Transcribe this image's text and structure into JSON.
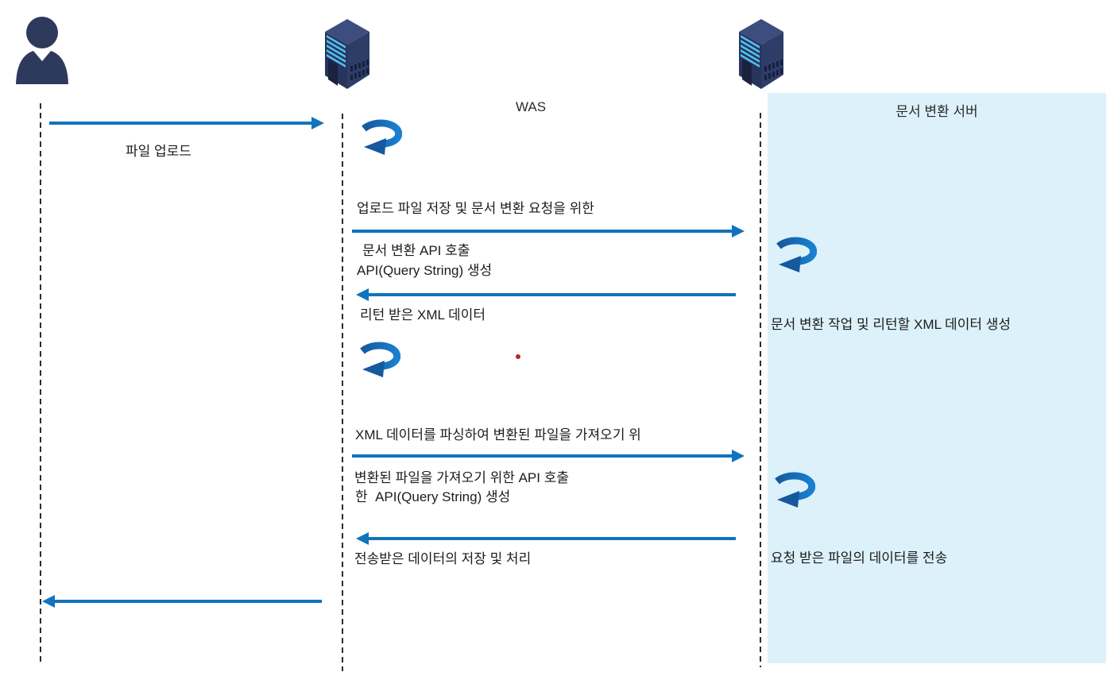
{
  "title": "파일 업로드 문서 변환 시퀀스",
  "palette": {
    "arrow_blue": "#1273bd",
    "loop_blue_dark": "#15599e",
    "loop_blue_light": "#1a7fd0",
    "actor_navy": "#2e3a5c",
    "panel_bg": "#dcf1fa",
    "lifeline": "#2e2e2e",
    "red_dot": "#c1241c"
  },
  "actors": {
    "user": {
      "icon": "person-icon",
      "label": ""
    },
    "was": {
      "icon": "server-icon",
      "label": "WAS"
    },
    "doc_server": {
      "icon": "server-icon",
      "label": "문서 변환 서버"
    }
  },
  "messages": [
    {
      "from": "user",
      "to": "was",
      "direction": "right",
      "label": "파일 업로드"
    },
    {
      "from": "was",
      "to": "doc_server",
      "direction": "right",
      "label": "문서 변환 API 호출"
    },
    {
      "from": "doc_server",
      "to": "was",
      "direction": "left",
      "label": "리턴 받은 XML 데이터"
    },
    {
      "from": "was",
      "to": "doc_server",
      "direction": "right",
      "label": "변환된 파일을 가져오기 위한 API 호출"
    },
    {
      "from": "doc_server",
      "to": "was",
      "direction": "left",
      "label": "전송받은 데이터의 저장 및 처리"
    },
    {
      "from": "was",
      "to": "user",
      "direction": "left",
      "label": ""
    }
  ],
  "self_notes": [
    {
      "owner": "was",
      "icon": "loop-arrow-icon",
      "lines": [
        "업로드 파일 저장 및 문서 변환 요청을 위한",
        "API(Query String) 생성"
      ]
    },
    {
      "owner": "doc_server",
      "icon": "loop-arrow-icon",
      "lines": [
        "문서 변환 작업 및 리턴할 XML 데이터 생성"
      ]
    },
    {
      "owner": "was",
      "icon": "loop-arrow-icon",
      "lines": [
        "XML 데이터를 파싱하여 변환된 파일을 가져오기 위",
        "한  API(Query String) 생성"
      ]
    },
    {
      "owner": "doc_server",
      "icon": "loop-arrow-icon",
      "lines": [
        "요청 받은 파일의 데이터를 전송"
      ]
    }
  ]
}
